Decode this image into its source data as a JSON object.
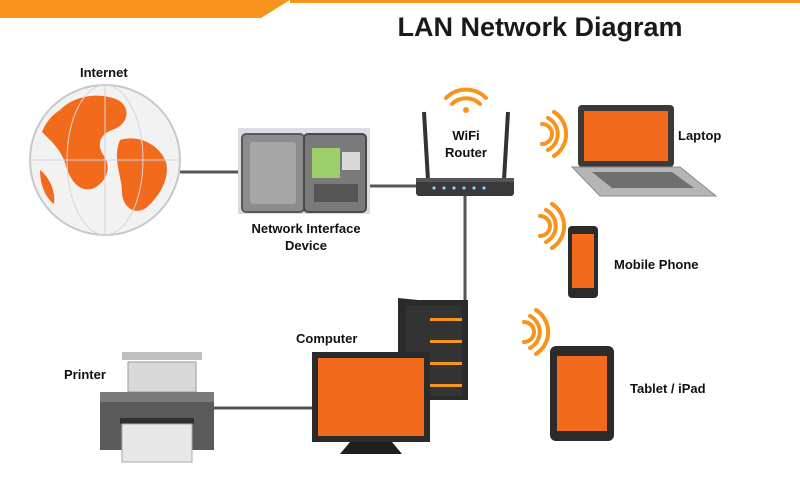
{
  "title": "LAN Network Diagram",
  "nodes": {
    "internet": "Internet",
    "nid_line1": "Network Interface",
    "nid_line2": "Device",
    "router_line1": "WiFi",
    "router_line2": "Router",
    "laptop": "Laptop",
    "mobile": "Mobile Phone",
    "tablet": "Tablet / iPad",
    "computer": "Computer",
    "printer": "Printer"
  },
  "colors": {
    "accent": "#f7941d",
    "screen": "#f26b1d",
    "device_dark": "#2b2b2b",
    "cable": "#555555"
  },
  "icons": [
    "globe-icon",
    "network-interface-device-icon",
    "wifi-router-icon",
    "wifi-signal-icon",
    "laptop-icon",
    "mobile-phone-icon",
    "tablet-icon",
    "computer-tower-icon",
    "monitor-icon",
    "printer-icon"
  ]
}
